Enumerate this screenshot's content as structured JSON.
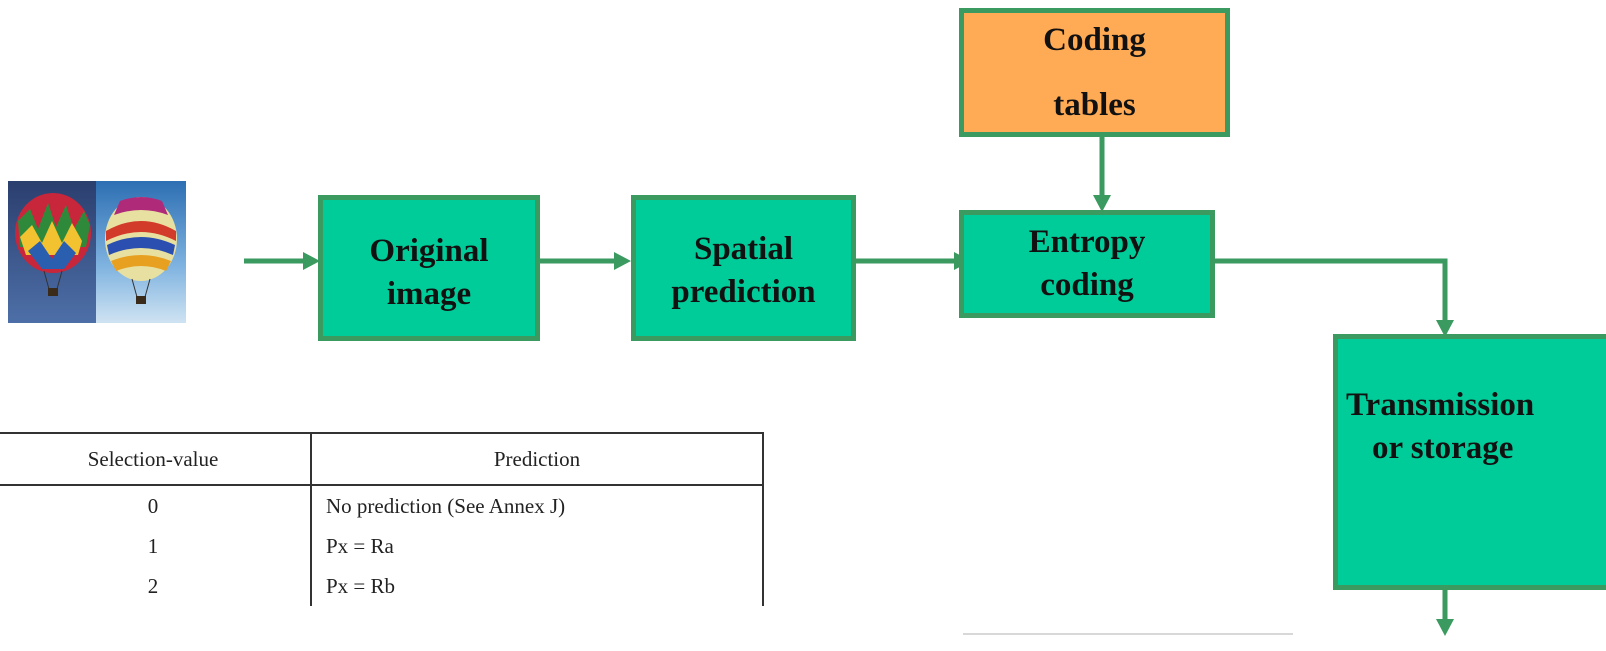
{
  "diagram": {
    "boxes": {
      "original": [
        "Original",
        "image"
      ],
      "spatial": [
        "Spatial",
        "prediction"
      ],
      "entropy": [
        "Entropy",
        "coding"
      ],
      "coding_tables": [
        "Coding",
        "tables"
      ],
      "transmission": [
        "Transmission",
        "or storage"
      ]
    },
    "colors": {
      "box_fill": "#00cc99",
      "box_border": "#3a9a60",
      "tables_fill": "#ffaa55",
      "arrow": "#3a9a60"
    },
    "thumbnail_icon": "hot-air-balloons-image"
  },
  "table": {
    "headers": [
      "Selection-value",
      "Prediction"
    ],
    "rows": [
      [
        "0",
        "No prediction (See Annex J)"
      ],
      [
        "1",
        "Px = Ra"
      ],
      [
        "2",
        "Px = Rb"
      ]
    ]
  }
}
